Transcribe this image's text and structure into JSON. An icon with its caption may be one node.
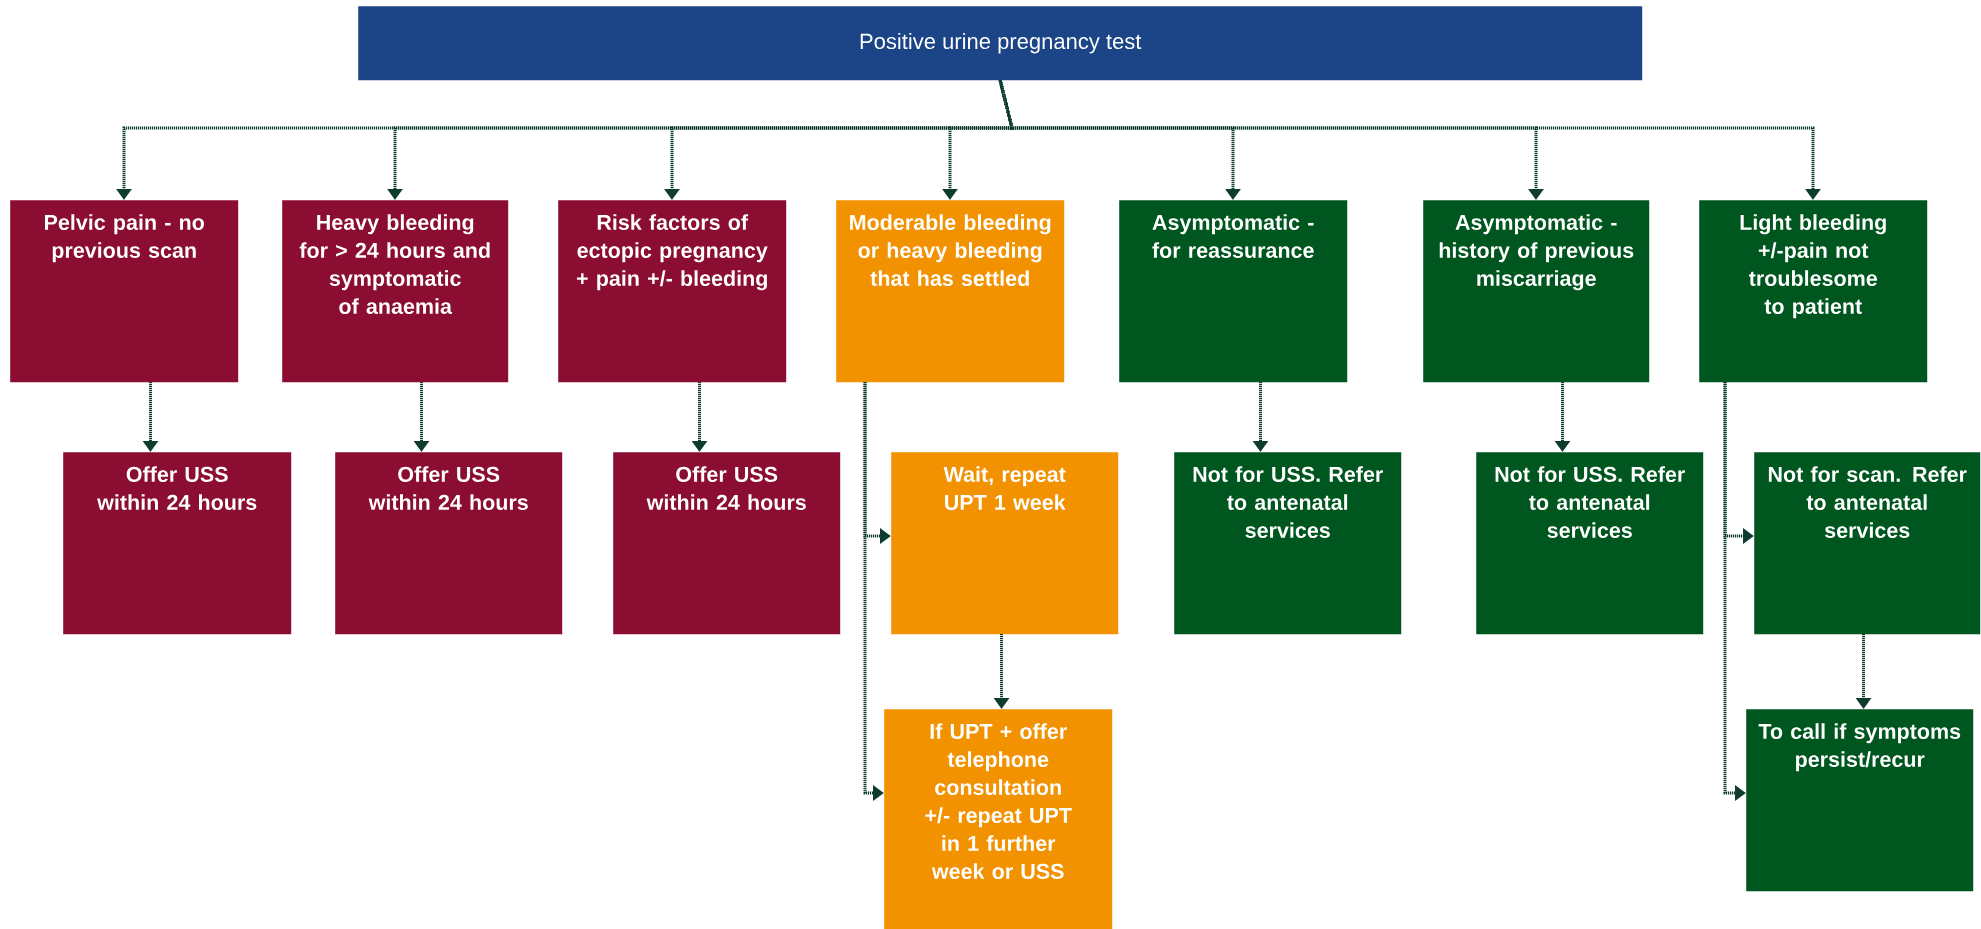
{
  "diagram": {
    "nodes": [
      {
        "text": [
          "Positive urine pregnancy test"
        ]
      },
      {
        "text": [
          "Pelvic pain - no previous scan"
        ]
      },
      {
        "text": [
          "Heavy bleeding for > 24 hours and symptomatic of anaemia"
        ]
      },
      {
        "text": [
          "Risk factors of ectopic pregnancy + pain +/- bleeding"
        ]
      },
      {
        "text": [
          "Moderable bleeding or heavy bleeding that has settled"
        ]
      },
      {
        "text": [
          "Asymptomatic - for reassurance"
        ]
      },
      {
        "text": [
          "Asymptomatic - history of previous miscarriage"
        ]
      },
      {
        "text": [
          "Light bleeding +/-pain not troublesome to patient"
        ]
      },
      {
        "text": [
          "Offer USS within 24 hours"
        ]
      },
      {
        "text": [
          "Offer USS within 24 hours"
        ]
      },
      {
        "text": [
          "Offer USS within 24 hours"
        ]
      },
      {
        "text": [
          "Wait, repeat UPT 1 week"
        ]
      },
      {
        "text": [
          "Not for USS. Refer to antenatal services"
        ]
      },
      {
        "text": [
          "Not for USS. Refer to antenatal services"
        ]
      },
      {
        "text": [
          "Not for scan. Refer to antenatal services"
        ]
      },
      {
        "text": [
          "If UPT + offer telephone consultation +/- repeat UPT in 1 further week or USS"
        ]
      },
      {
        "text": [
          "To call if symptoms persist/recur"
        ]
      }
    ],
    "edges": [
      {
        "from": 0,
        "to": 1,
        "arrow": "to"
      },
      {
        "from": 0,
        "to": 2,
        "arrow": "to"
      },
      {
        "from": 0,
        "to": 3,
        "arrow": "to"
      },
      {
        "from": 0,
        "to": 4,
        "arrow": "to"
      },
      {
        "from": 0,
        "to": 5,
        "arrow": "to"
      },
      {
        "from": 0,
        "to": 6,
        "arrow": "to"
      },
      {
        "from": 0,
        "to": 7,
        "arrow": "to"
      },
      {
        "from": 1,
        "to": 8,
        "arrow": "to"
      },
      {
        "from": 2,
        "to": 9,
        "arrow": "to"
      },
      {
        "from": 3,
        "to": 10,
        "arrow": "to"
      },
      {
        "from": 4,
        "to": 11,
        "arrow": "to"
      },
      {
        "from": 4,
        "to": 15,
        "arrow": "to"
      },
      {
        "from": 11,
        "to": 15,
        "arrow": "to"
      },
      {
        "from": 5,
        "to": 12,
        "arrow": "to"
      },
      {
        "from": 6,
        "to": 13,
        "arrow": "to"
      },
      {
        "from": 7,
        "to": 14,
        "arrow": "to"
      },
      {
        "from": 7,
        "to": 16,
        "arrow": "to"
      },
      {
        "from": 14,
        "to": 16,
        "arrow": "to"
      }
    ]
  }
}
